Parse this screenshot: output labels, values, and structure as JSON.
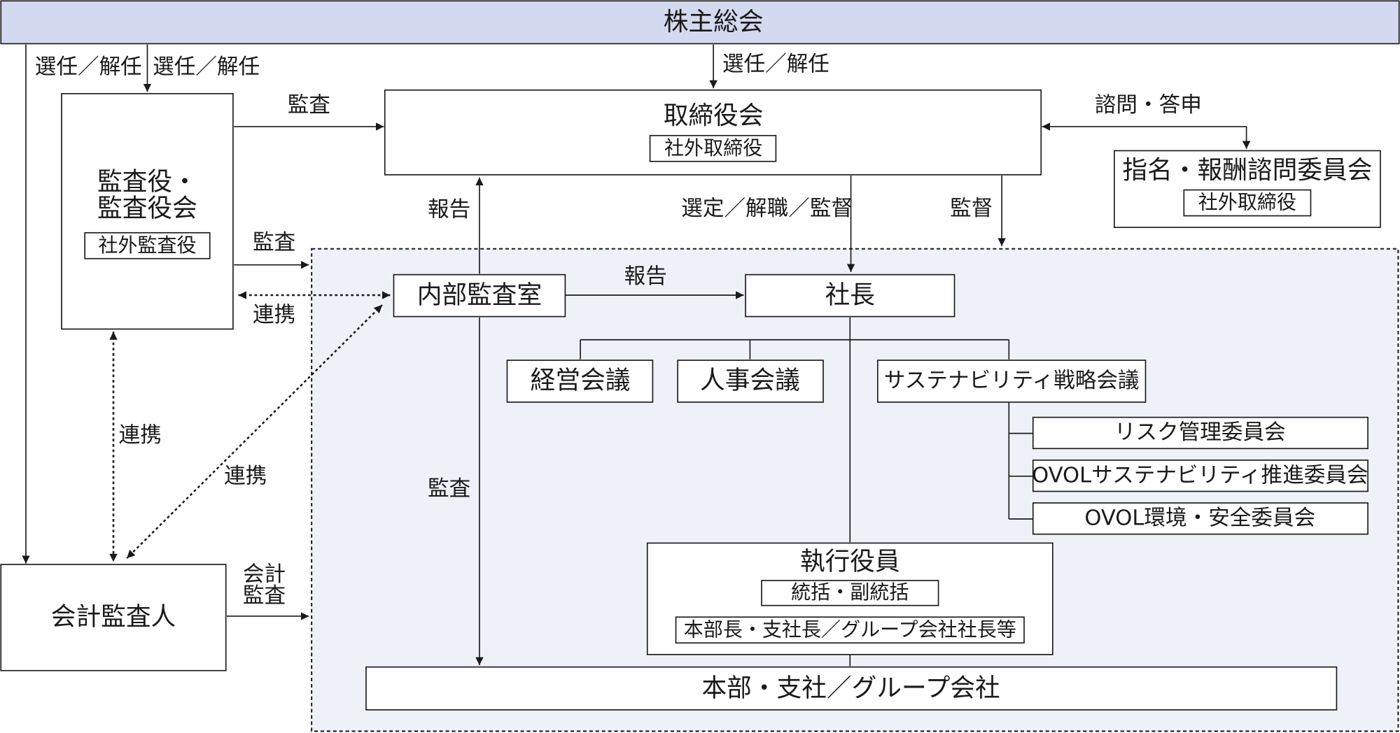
{
  "colors": {
    "shareholders_fill": "#d3d9ee",
    "management_area_fill": "#eff1f8",
    "line": "#1a1a1a"
  },
  "boxes": {
    "shareholders": "株主総会",
    "board": "取締役会",
    "board_outside": "社外取締役",
    "nomination": "指名・報酬諮問委員会",
    "nomination_outside": "社外取締役",
    "auditors_line1": "監査役・",
    "auditors_line2": "監査役会",
    "auditors_outside": "社外監査役",
    "internal_audit": "内部監査室",
    "president": "社長",
    "management_meeting": "経営会議",
    "hr_meeting": "人事会議",
    "sustainability_meeting": "サステナビリティ戦略会議",
    "risk_committee": "リスク管理委員会",
    "sustainability_committee": "OVOLサステナビリティ推進委員会",
    "env_safety_committee": "OVOL環境・安全委員会",
    "executive_officers": "執行役員",
    "exec_sub1": "統括・副統括",
    "exec_sub2": "本部長・支社長／グループ会社社長等",
    "divisions": "本部・支社／グループ会社",
    "accounting_auditor": "会計監査人"
  },
  "labels": {
    "elect_dismiss_1": "選任／解任",
    "elect_dismiss_2": "選任／解任",
    "elect_dismiss_3": "選任／解任",
    "audit_board": "監査",
    "consult": "諮問・答申",
    "report_to_board": "報告",
    "appoint_supervise": "選定／解職／監督",
    "supervise": "監督",
    "audit_management": "監査",
    "coop_internal": "連携",
    "report_to_president": "報告",
    "coop_accounting": "連携",
    "coop_diagonal": "連携",
    "audit_internal": "監査",
    "accounting_audit_line1": "会計",
    "accounting_audit_line2": "監査"
  }
}
